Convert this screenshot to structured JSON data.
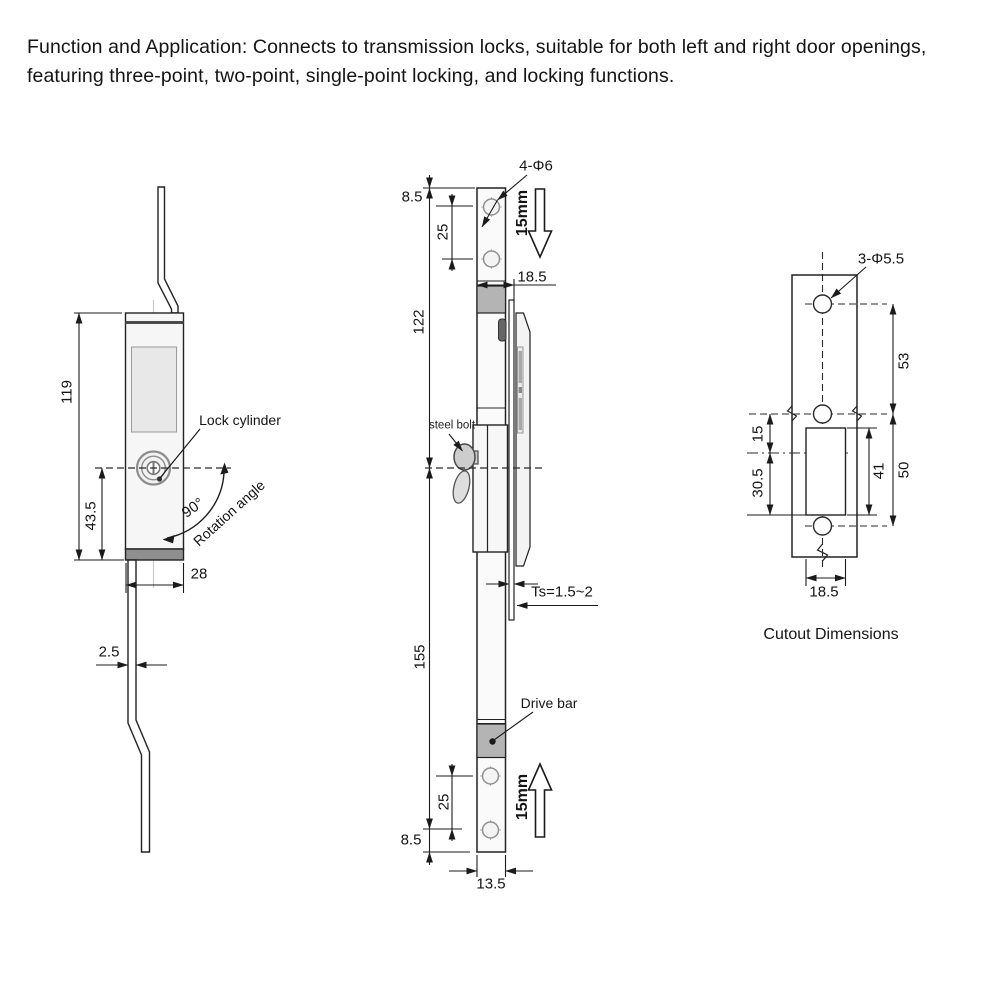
{
  "header": {
    "text": "Function and Application: Connects to transmission locks, suitable for both left and right door openings, featuring three-point, two-point, single-point locking, and locking functions."
  },
  "palette": {
    "line": "#1b1b1b",
    "fill_light": "#f6f6f6",
    "fill_mid": "#e8e8e8",
    "fill_gray": "#b4b4b4",
    "fill_dark": "#8f8f8f"
  },
  "side_view": {
    "labels": {
      "lock_cylinder": "Lock cylinder",
      "angle": "90°",
      "rotation_angle": "Rotation angle"
    },
    "dims": {
      "total_height": "119",
      "cylinder_to_bottom": "43.5",
      "body_width": "28",
      "rod_thickness": "2.5"
    }
  },
  "front_view": {
    "labels": {
      "holes": "4-Φ6",
      "stroke_top": "15mm",
      "stroke_bottom": "15mm",
      "steel_bolt": "steel bolt",
      "drive_bar": "Drive bar",
      "panel_thickness": "Ts=1.5~2"
    },
    "dims": {
      "top_edge_to_hole": "8.5",
      "top_hole_spacing": "25",
      "upper_section": "122",
      "mount_depth": "18.5",
      "lower_section": "155",
      "bottom_hole_spacing": "25",
      "bottom_edge_to_hole": "8.5",
      "bar_width": "13.5"
    }
  },
  "cutout_view": {
    "title": "Cutout Dimensions",
    "labels": {
      "holes": "3-Φ5.5"
    },
    "dims": {
      "upper_hole_spacing": "53",
      "lower_hole_spacing": "50",
      "cutout_height": "41",
      "hole_to_centerline": "15",
      "centerline_to_bottom": "30.5",
      "cutout_width": "18.5"
    }
  }
}
